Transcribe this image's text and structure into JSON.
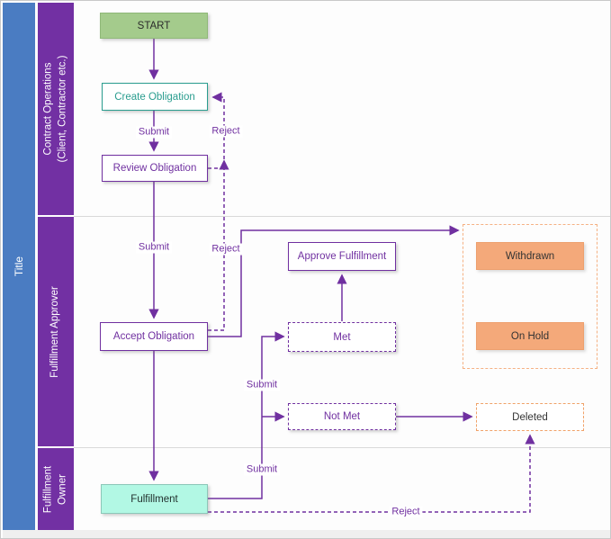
{
  "title_lane": {
    "label": "Title"
  },
  "lanes": [
    {
      "label_line1": "Contract Operations",
      "label_line2": "(Client, Contractor etc.)"
    },
    {
      "label": "Fulfillment Approver"
    },
    {
      "label_line1": "Fulfillment",
      "label_line2": "Owner"
    }
  ],
  "nodes": {
    "start": "START",
    "create_obligation": "Create Obligation",
    "review_obligation": "Review Obligation",
    "accept_obligation": "Accept Obligation",
    "approve_fulfillment": "Approve Fulfillment",
    "met": "Met",
    "not_met": "Not Met",
    "fulfillment": "Fulfillment",
    "withdrawn": "Withdrawn",
    "on_hold": "On Hold",
    "deleted": "Deleted"
  },
  "edge_labels": {
    "submit": "Submit",
    "reject": "Reject"
  },
  "colors": {
    "connector_purple": "#7030A0",
    "teal": "#2A9D8F",
    "start_green": "#A4CB8C",
    "fulfillment_mint": "#B2F8E4",
    "state_orange": "#F4A97A",
    "orange_dashed_border": "#F5B183",
    "title_bar_blue": "#4A7CC2",
    "lane_bar_purple": "#7230A3"
  }
}
